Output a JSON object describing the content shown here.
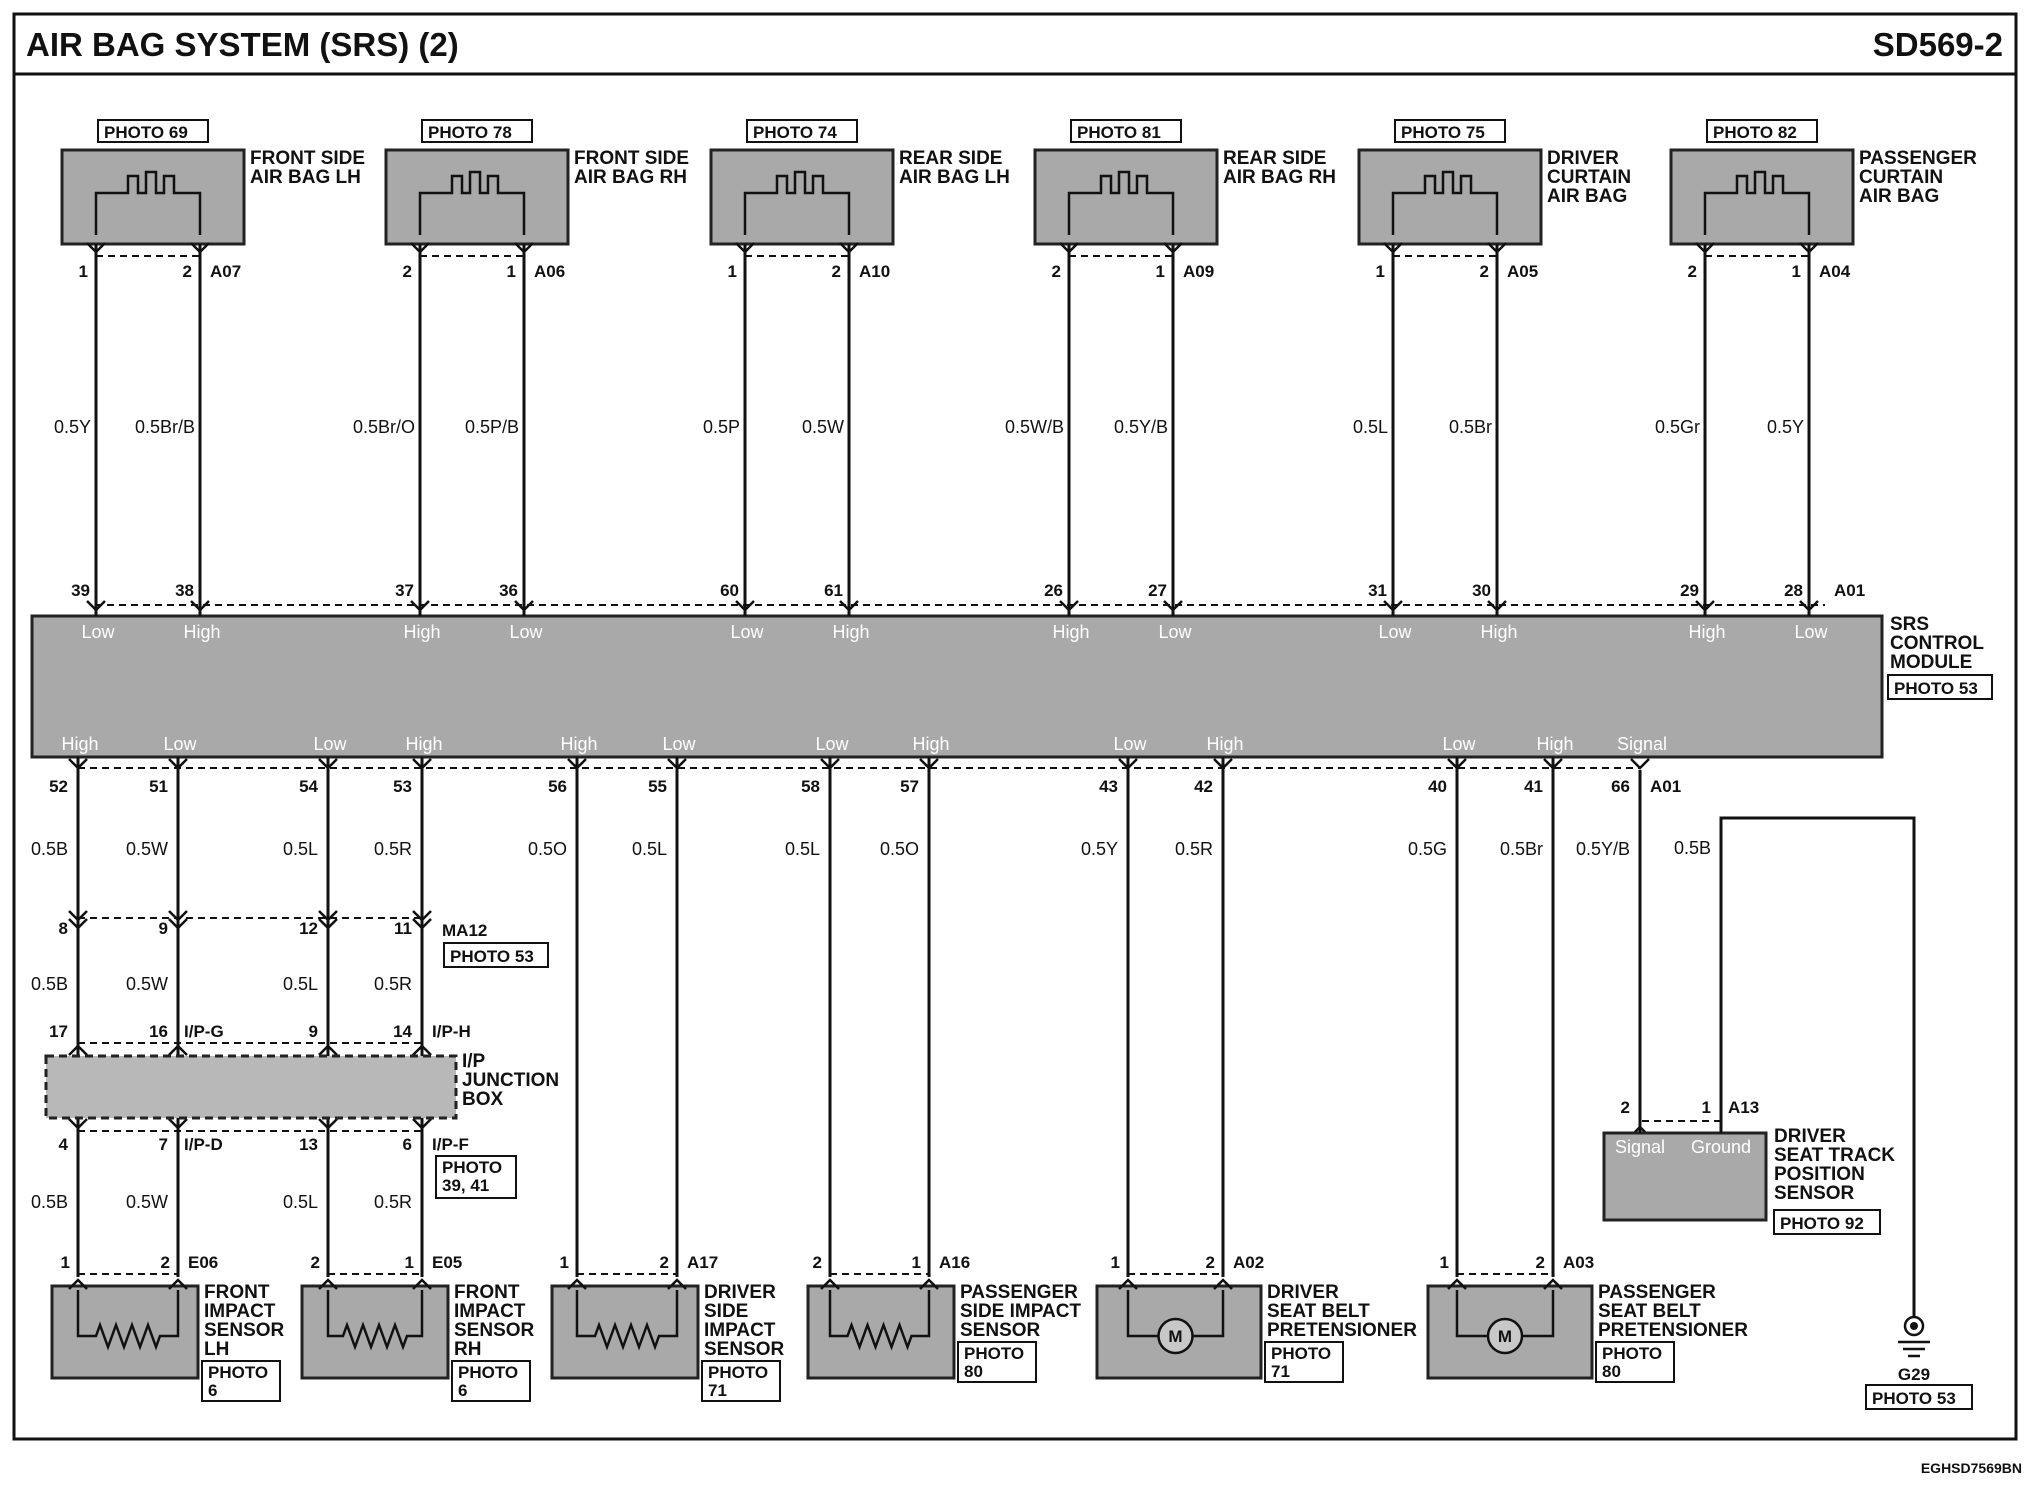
{
  "header": {
    "title": "AIR BAG SYSTEM (SRS) (2)",
    "page_code": "SD569-2"
  },
  "footer": {
    "code": "EGHSD7569BN"
  },
  "airbags": [
    {
      "photo": "PHOTO 69",
      "name": [
        "FRONT SIDE",
        "AIR BAG LH"
      ],
      "connector": "A07",
      "pins": [
        "1",
        "2"
      ],
      "wires": [
        "0.5Y",
        "0.5Br/B"
      ],
      "module_pins": [
        "39",
        "38"
      ],
      "terms": [
        "Low",
        "High"
      ]
    },
    {
      "photo": "PHOTO 78",
      "name": [
        "FRONT SIDE",
        "AIR BAG RH"
      ],
      "connector": "A06",
      "pins": [
        "2",
        "1"
      ],
      "wires": [
        "0.5Br/O",
        "0.5P/B"
      ],
      "module_pins": [
        "37",
        "36"
      ],
      "terms": [
        "High",
        "Low"
      ]
    },
    {
      "photo": "PHOTO 74",
      "name": [
        "REAR SIDE",
        "AIR BAG LH"
      ],
      "connector": "A10",
      "pins": [
        "1",
        "2"
      ],
      "wires": [
        "0.5P",
        "0.5W"
      ],
      "module_pins": [
        "60",
        "61"
      ],
      "terms": [
        "Low",
        "High"
      ]
    },
    {
      "photo": "PHOTO 81",
      "name": [
        "REAR SIDE",
        "AIR BAG RH"
      ],
      "connector": "A09",
      "pins": [
        "2",
        "1"
      ],
      "wires": [
        "0.5W/B",
        "0.5Y/B"
      ],
      "module_pins": [
        "26",
        "27"
      ],
      "terms": [
        "High",
        "Low"
      ]
    },
    {
      "photo": "PHOTO 75",
      "name": [
        "DRIVER",
        "CURTAIN",
        "AIR BAG"
      ],
      "connector": "A05",
      "pins": [
        "1",
        "2"
      ],
      "wires": [
        "0.5L",
        "0.5Br"
      ],
      "module_pins": [
        "31",
        "30"
      ],
      "terms": [
        "Low",
        "High"
      ]
    },
    {
      "photo": "PHOTO 82",
      "name": [
        "PASSENGER",
        "CURTAIN",
        "AIR BAG"
      ],
      "connector": "A04",
      "pins": [
        "2",
        "1"
      ],
      "wires": [
        "0.5Gr",
        "0.5Y"
      ],
      "module_pins": [
        "29",
        "28"
      ],
      "terms": [
        "High",
        "Low"
      ]
    }
  ],
  "module": {
    "name": [
      "SRS",
      "CONTROL",
      "MODULE"
    ],
    "photo": "PHOTO 53",
    "top_connector": "A01",
    "bottom_connector": "A01",
    "bottom_terms": [
      "High",
      "Low",
      "Low",
      "High",
      "High",
      "Low",
      "Low",
      "High",
      "Low",
      "High",
      "Low",
      "High",
      "Signal"
    ],
    "bottom_pins": [
      "52",
      "51",
      "54",
      "53",
      "56",
      "55",
      "58",
      "57",
      "43",
      "42",
      "40",
      "41",
      "66"
    ]
  },
  "bottom_wires": [
    "0.5B",
    "0.5W",
    "0.5L",
    "0.5R",
    "0.5O",
    "0.5L",
    "0.5L",
    "0.5O",
    "0.5Y",
    "0.5R",
    "0.5G",
    "0.5Br",
    "0.5Y/B"
  ],
  "ground_wire": "0.5B",
  "ma12": {
    "connector": "MA12",
    "photo": "PHOTO 53",
    "pins": [
      "8",
      "9",
      "12",
      "11"
    ],
    "wires": [
      "0.5B",
      "0.5W",
      "0.5L",
      "0.5R"
    ]
  },
  "junction": {
    "name": [
      "I/P",
      "JUNCTION",
      "BOX"
    ],
    "top_pins": [
      "17",
      "16",
      "9",
      "14"
    ],
    "top_conn_left": "I/P-G",
    "top_conn_right": "I/P-H",
    "bottom_pins": [
      "4",
      "7",
      "13",
      "6"
    ],
    "bottom_conn_left": "I/P-D",
    "bottom_conn_right": "I/P-F",
    "photo": [
      "PHOTO",
      "39, 41"
    ],
    "wires_below": [
      "0.5B",
      "0.5W",
      "0.5L",
      "0.5R"
    ]
  },
  "sensors": [
    {
      "name": [
        "FRONT",
        "IMPACT",
        "SENSOR",
        "LH"
      ],
      "photo": [
        "PHOTO",
        "6"
      ],
      "connector": "E06",
      "pins": [
        "1",
        "2"
      ],
      "symbol": "resistor"
    },
    {
      "name": [
        "FRONT",
        "IMPACT",
        "SENSOR",
        "RH"
      ],
      "photo": [
        "PHOTO",
        "6"
      ],
      "connector": "E05",
      "pins": [
        "2",
        "1"
      ],
      "symbol": "resistor"
    },
    {
      "name": [
        "DRIVER",
        "SIDE",
        "IMPACT",
        "SENSOR"
      ],
      "photo": [
        "PHOTO",
        "71"
      ],
      "connector": "A17",
      "pins": [
        "1",
        "2"
      ],
      "symbol": "resistor"
    },
    {
      "name": [
        "PASSENGER",
        "SIDE IMPACT",
        "SENSOR"
      ],
      "photo": [
        "PHOTO",
        "80"
      ],
      "connector": "A16",
      "pins": [
        "2",
        "1"
      ],
      "symbol": "resistor"
    },
    {
      "name": [
        "DRIVER",
        "SEAT BELT",
        "PRETENSIONER"
      ],
      "photo": [
        "PHOTO",
        "71"
      ],
      "connector": "A02",
      "pins": [
        "1",
        "2"
      ],
      "symbol": "motor"
    },
    {
      "name": [
        "PASSENGER",
        "SEAT BELT",
        "PRETENSIONER"
      ],
      "photo": [
        "PHOTO",
        "80"
      ],
      "connector": "A03",
      "pins": [
        "1",
        "2"
      ],
      "symbol": "motor"
    }
  ],
  "motor_letter": "M",
  "seat_track": {
    "name": [
      "DRIVER",
      "SEAT TRACK",
      "POSITION",
      "SENSOR"
    ],
    "photo": "PHOTO 92",
    "connector": "A13",
    "pins": [
      "2",
      "1"
    ],
    "terms": [
      "Signal",
      "Ground"
    ]
  },
  "ground": {
    "label": "G29",
    "photo": "PHOTO 53"
  }
}
